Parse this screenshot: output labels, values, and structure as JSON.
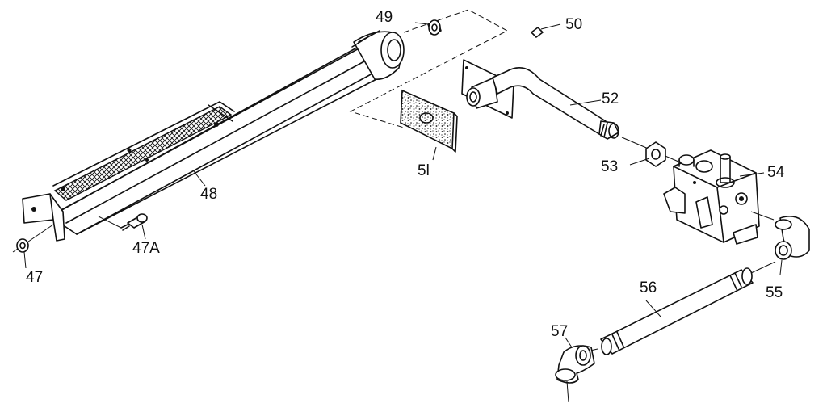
{
  "labels": {
    "p47": "47",
    "p47a": "47A",
    "p48": "48",
    "p49": "49",
    "p50": "50",
    "p51": "5l",
    "p52": "52",
    "p53": "53",
    "p54": "54",
    "p55": "55",
    "p56": "56",
    "p57": "57"
  },
  "colors": {
    "ink": "#111111",
    "paper": "#ffffff"
  }
}
